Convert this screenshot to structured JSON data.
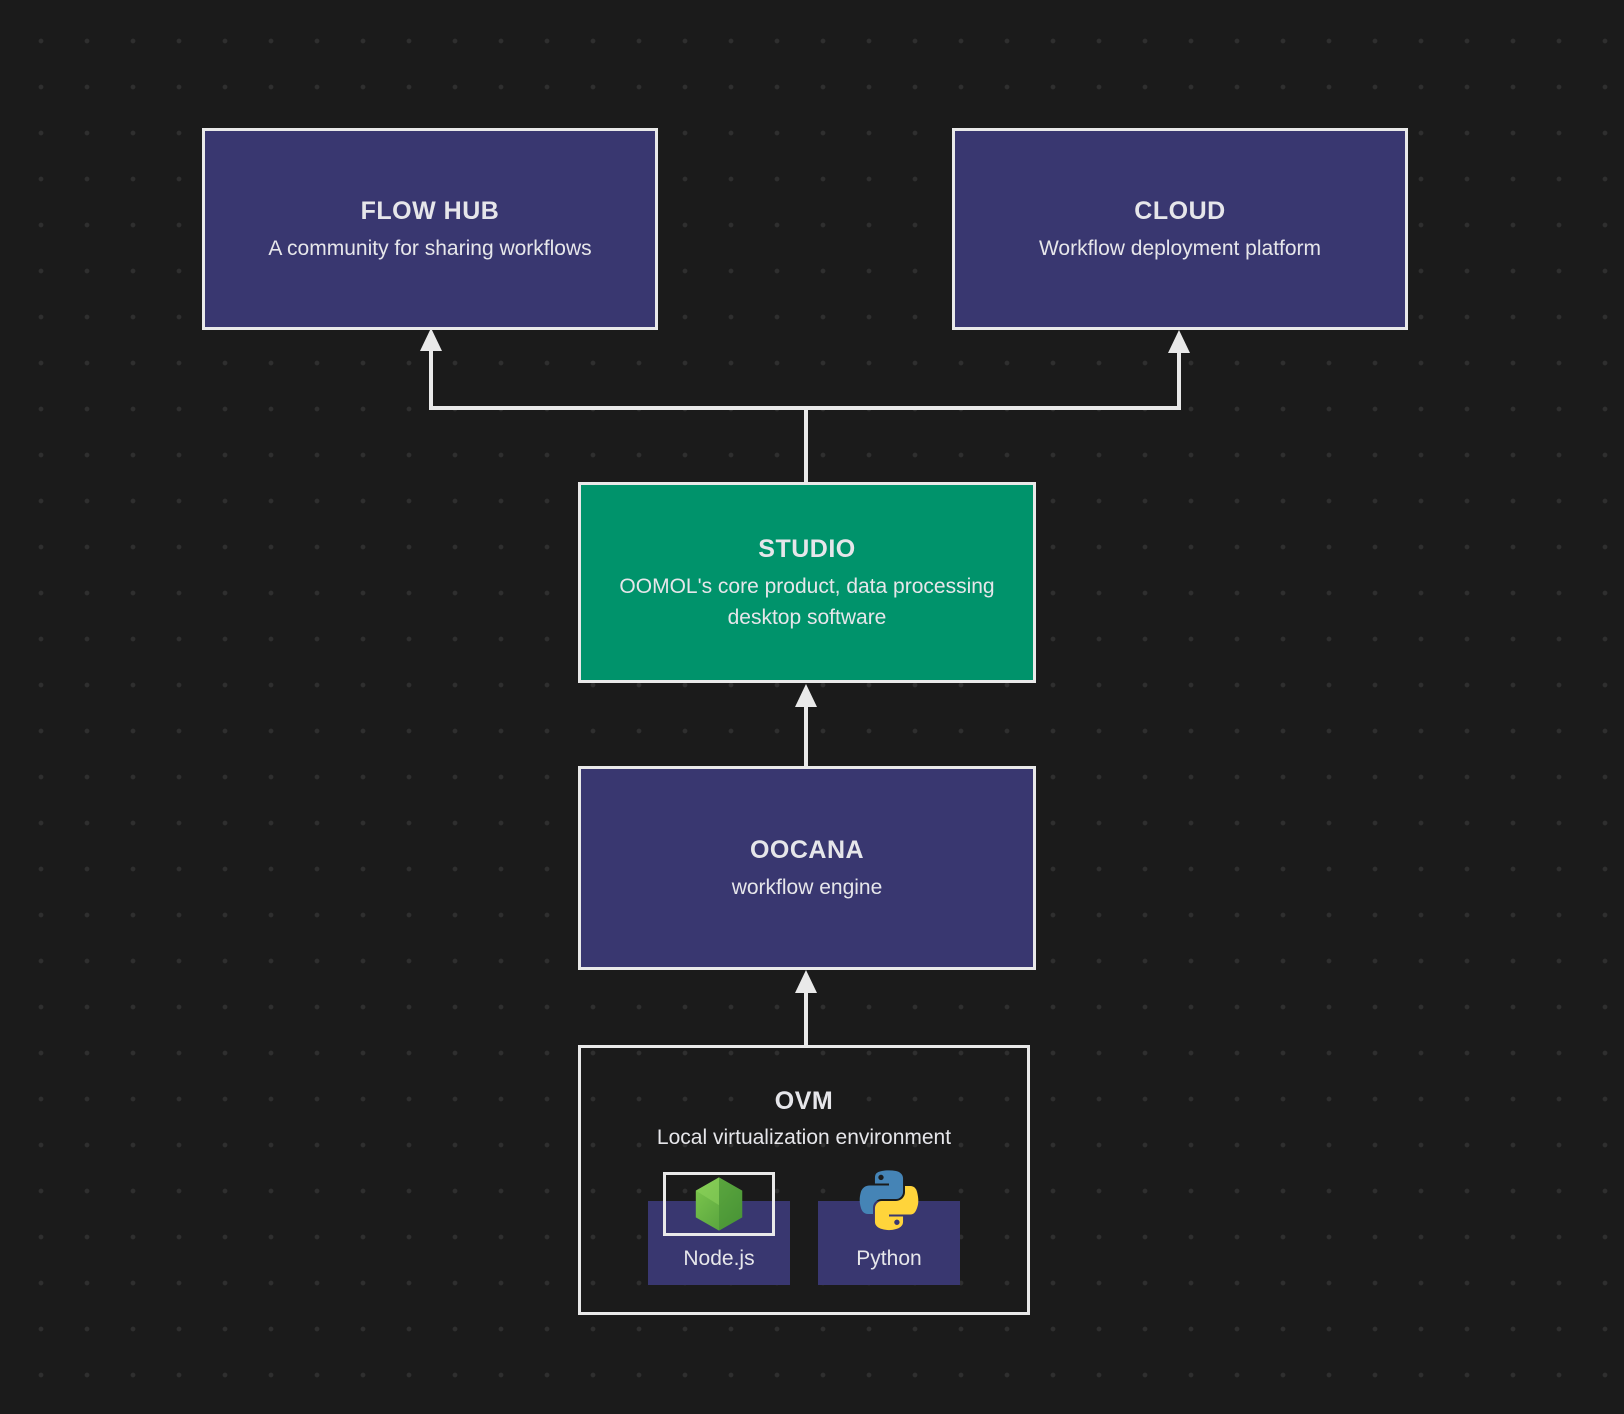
{
  "colors": {
    "bg": "#1b1b1b",
    "dot": "#2f2f2f",
    "purple": "#393770",
    "green": "#00936b",
    "line": "#e9e9e9",
    "text": "#e6e6ea"
  },
  "nodes": {
    "flow_hub": {
      "title": "FLOW HUB",
      "subtitle": "A community for sharing workflows"
    },
    "cloud": {
      "title": "CLOUD",
      "subtitle": "Workflow deployment platform"
    },
    "studio": {
      "title": "STUDIO",
      "subtitle": "OOMOL's core product, data processing desktop software"
    },
    "oocana": {
      "title": "OOCANA",
      "subtitle": "workflow engine"
    },
    "ovm": {
      "title": "OVM",
      "subtitle": "Local virtualization environment",
      "children": [
        {
          "label": "Node.js",
          "icon": "nodejs-icon"
        },
        {
          "label": "Python",
          "icon": "python-icon"
        }
      ]
    }
  },
  "edges": [
    {
      "from": "ovm",
      "to": "oocana"
    },
    {
      "from": "oocana",
      "to": "studio"
    },
    {
      "from": "studio",
      "to": "flow_hub"
    },
    {
      "from": "studio",
      "to": "cloud"
    }
  ]
}
